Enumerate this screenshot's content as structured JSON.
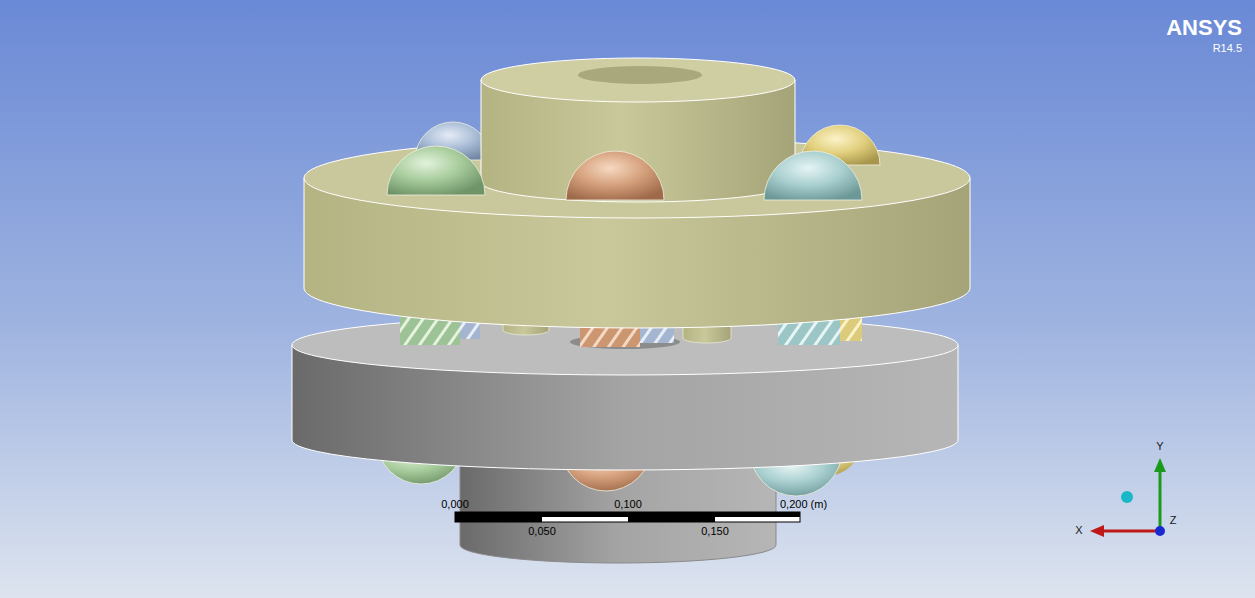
{
  "diagram": {
    "labels": [
      "ANSYS",
      "R14.5",
      "0,000",
      "0,100",
      "0,200 (m)",
      "0,050",
      "0,150",
      "Y",
      "X",
      "Z"
    ]
  }
}
